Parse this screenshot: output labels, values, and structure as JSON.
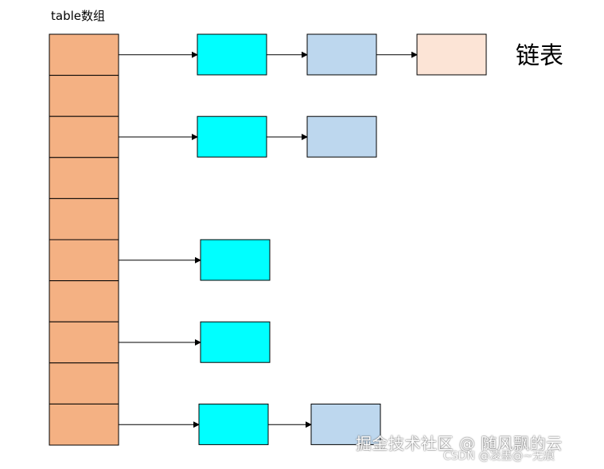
{
  "table_label": "table数组",
  "list_label": "链表",
  "table": {
    "slots": 10,
    "fill": "#F4B183"
  },
  "colors": {
    "head_node": "#00FFFF",
    "second_node": "#BDD7EE",
    "third_node": "#FCE4D6",
    "border": "#000000"
  },
  "chains": [
    {
      "slot": 0,
      "nodes": [
        "head_node",
        "second_node",
        "third_node"
      ]
    },
    {
      "slot": 2,
      "nodes": [
        "head_node",
        "second_node"
      ]
    },
    {
      "slot": 5,
      "nodes": [
        "head_node"
      ]
    },
    {
      "slot": 7,
      "nodes": [
        "head_node"
      ]
    },
    {
      "slot": 9,
      "nodes": [
        "head_node",
        "second_node"
      ]
    }
  ],
  "watermark": {
    "line1": "掘金技术社区 @ 随风飘的云",
    "line2": "CSDN @凌墨@~无痕"
  }
}
